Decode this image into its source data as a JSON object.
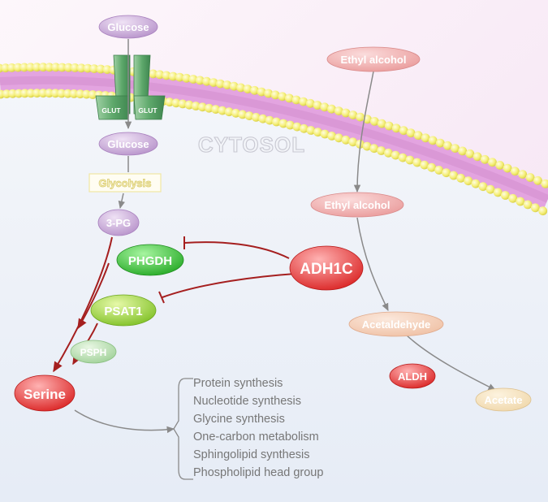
{
  "compartment_label": "CYTOSOL",
  "membrane": {
    "transporter_label": "GLUT"
  },
  "nodes": {
    "glucose_outside": "Glucose",
    "glucose_inside": "Glucose",
    "glycolysis": "Glycolysis",
    "three_pg": "3-PG",
    "phgdh": "PHGDH",
    "psat1": "PSAT1",
    "psph": "PSPH",
    "serine": "Serine",
    "adh1c": "ADH1C",
    "ethyl_alcohol_outside": "Ethyl alcohol",
    "ethyl_alcohol_inside": "Ethyl alcohol",
    "acetaldehyde": "Acetaldehyde",
    "aldh": "ALDH",
    "acetate": "Acetate"
  },
  "serine_outcomes": [
    "Protein synthesis",
    "Nucleotide synthesis",
    "Glycine synthesis",
    "One-carbon metabolism",
    "Sphingolipid synthesis",
    "Phospholipid head group"
  ],
  "colors": {
    "inhibition": "#a51f1f",
    "purple_node": "#c9a8d6",
    "green_node": "#35c635",
    "red_node": "#e83c3c",
    "pink_node": "#f0a4a4",
    "peach_node": "#f5cdb2",
    "membrane_bead": "#f5ef7a",
    "membrane_core": "#e3a4e0"
  }
}
